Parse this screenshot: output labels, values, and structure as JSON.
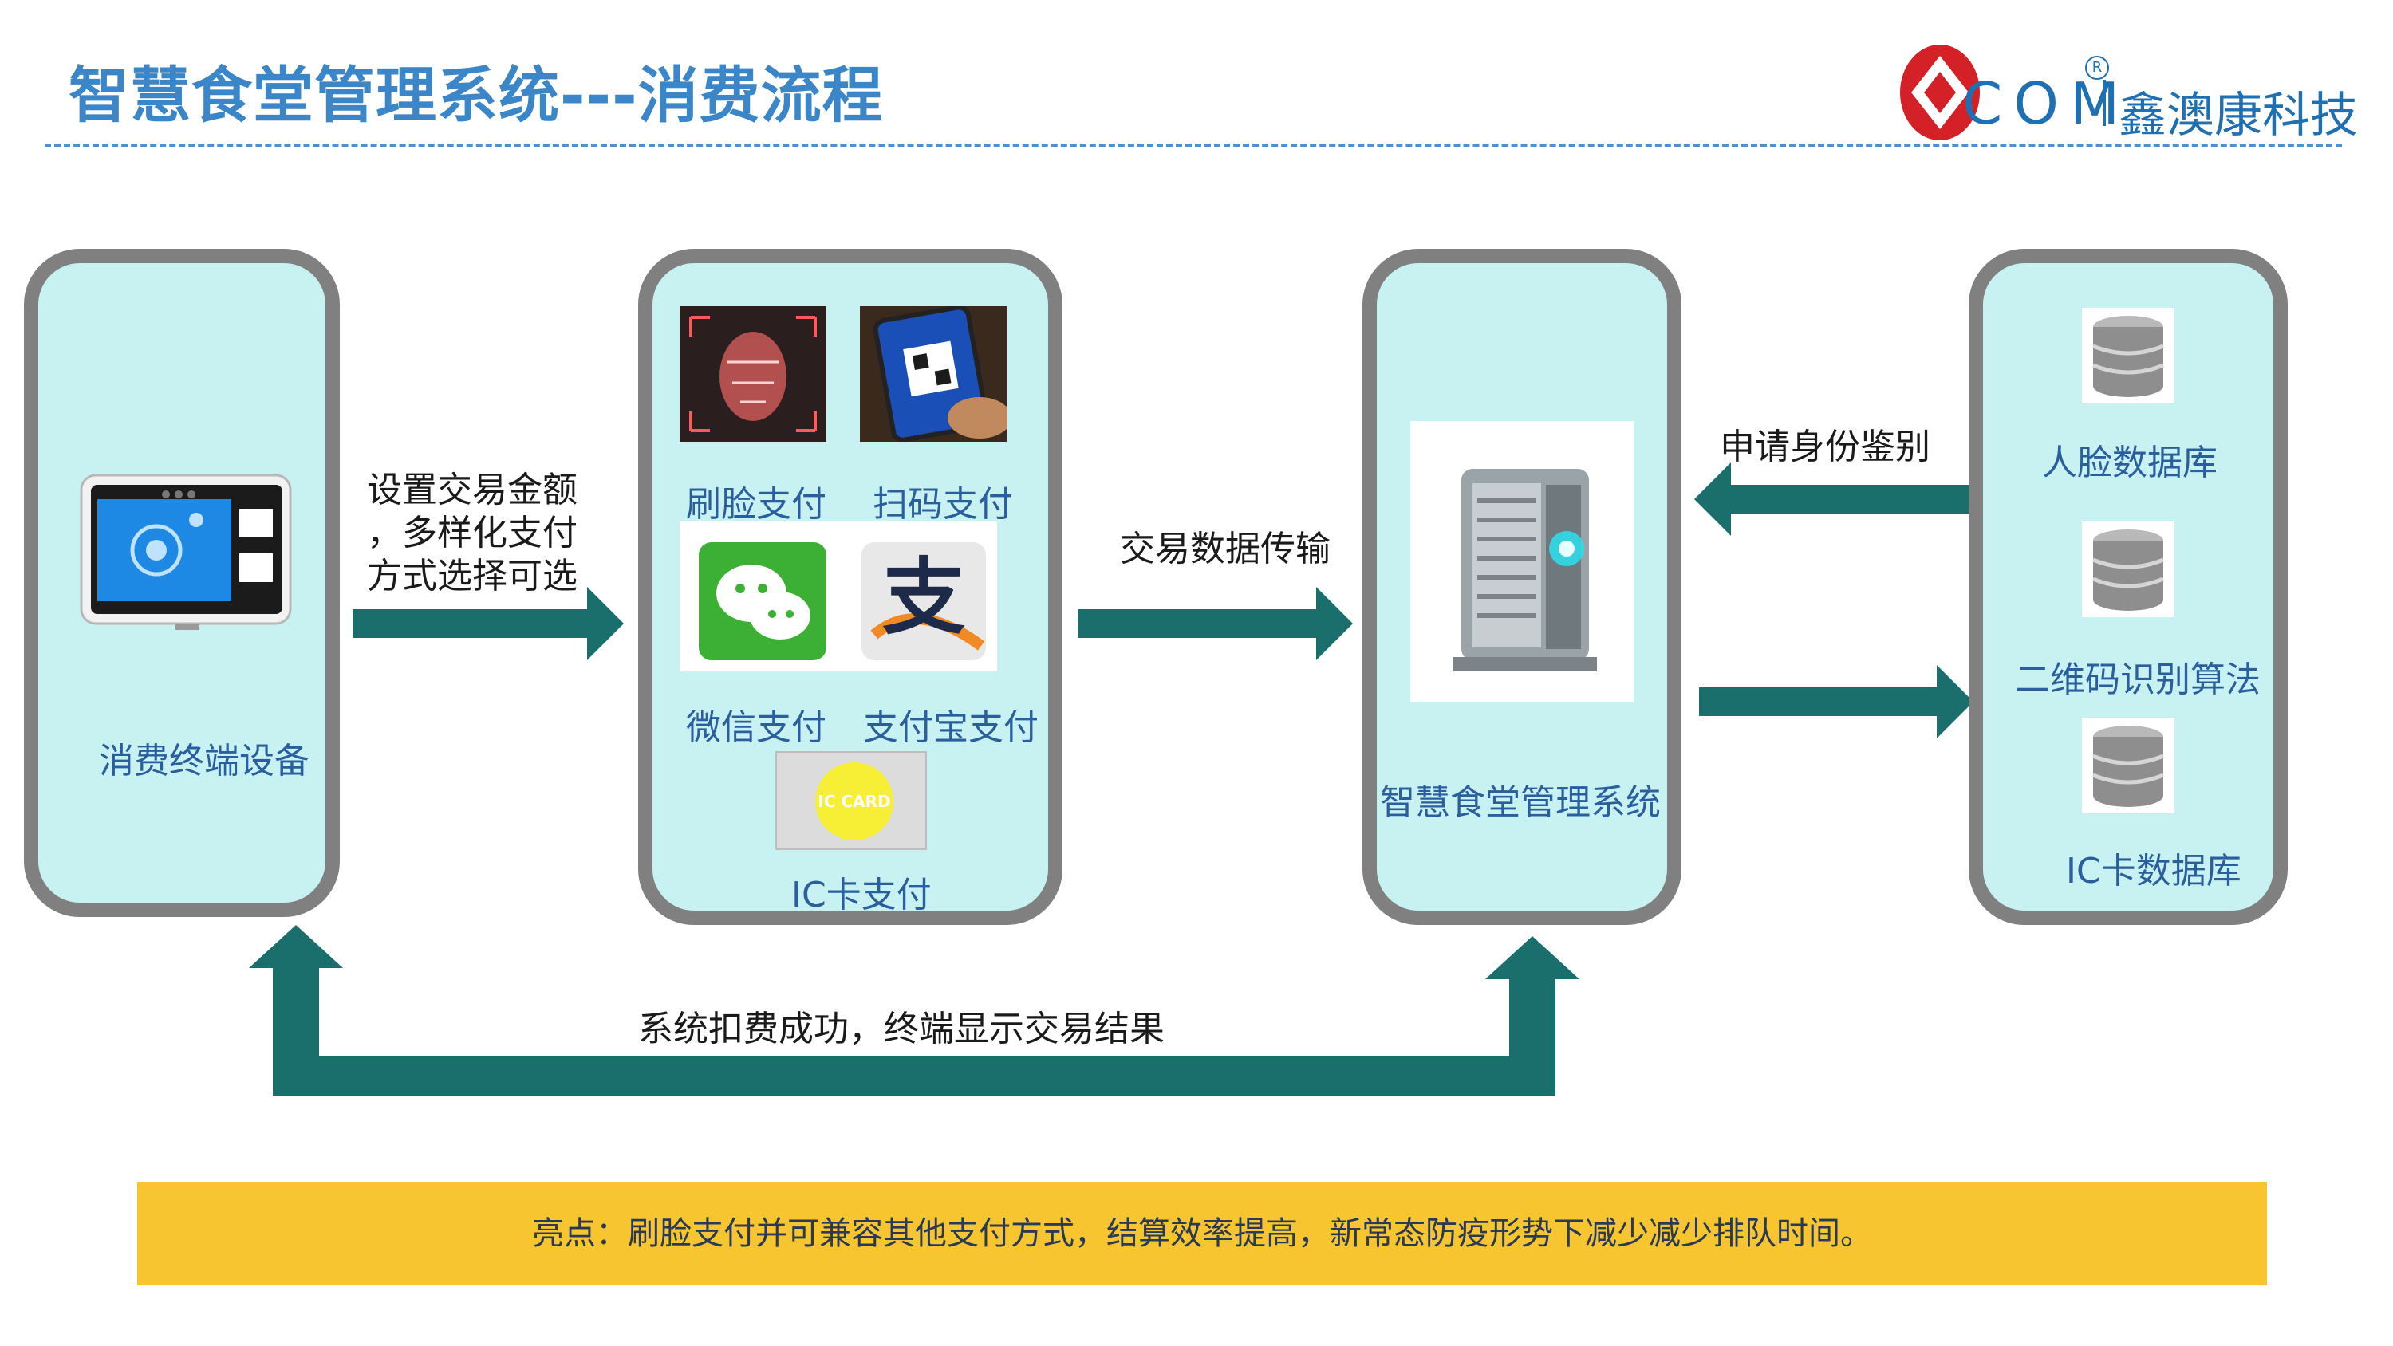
{
  "header": {
    "title": "智慧食堂管理系统---消费流程",
    "logo_com": "COM",
    "logo_reg": "R",
    "logo_cn": "鑫澳康科技"
  },
  "panels": {
    "terminal": {
      "label": "消费终端设备"
    },
    "payment": {
      "face": "刷脸支付",
      "scan": "扫码支付",
      "wechat": "微信支付",
      "alipay": "支付宝支付",
      "ic": "IC卡支付",
      "ic_card_text": "IC CARD",
      "alipay_glyph": "支"
    },
    "system": {
      "label": "智慧食堂管理系统"
    },
    "databases": {
      "face_db": "人脸数据库",
      "qr_algo": "二维码识别算法",
      "ic_db": "IC卡数据库"
    }
  },
  "arrows": {
    "set_transaction_line1": "设置交易金额",
    "set_transaction_line2": "，多样化支付",
    "set_transaction_line3": "方式选择可选",
    "data_transfer": "交易数据传输",
    "identity_request": "申请身份鉴别",
    "deduct_success": "系统扣费成功，终端显示交易结果"
  },
  "highlight": {
    "text": "亮点：刷脸支付并可兼容其他支付方式，结算效率提高，新常态防疫形势下减少减少排队时间。"
  },
  "colors": {
    "title_blue": "#3a86c8",
    "panel_fill": "#c8f1f2",
    "panel_border": "#808080",
    "arrow_teal": "#1a6e6b",
    "banner_yellow": "#f6c530"
  }
}
